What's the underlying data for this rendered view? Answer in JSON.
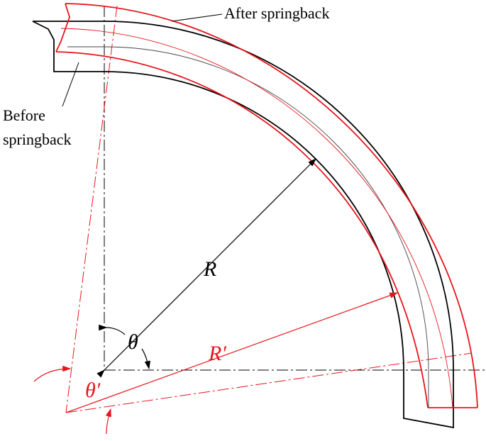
{
  "labels": {
    "after": "After springback",
    "before_line1": "Before",
    "before_line2": "springback",
    "radius_before": "R",
    "radius_after": "R′",
    "angle_before": "θ",
    "angle_after": "θ′"
  },
  "colors": {
    "before": "#000000",
    "after": "#e8141c",
    "centerline": "#444444",
    "background": "#ffffff"
  }
}
